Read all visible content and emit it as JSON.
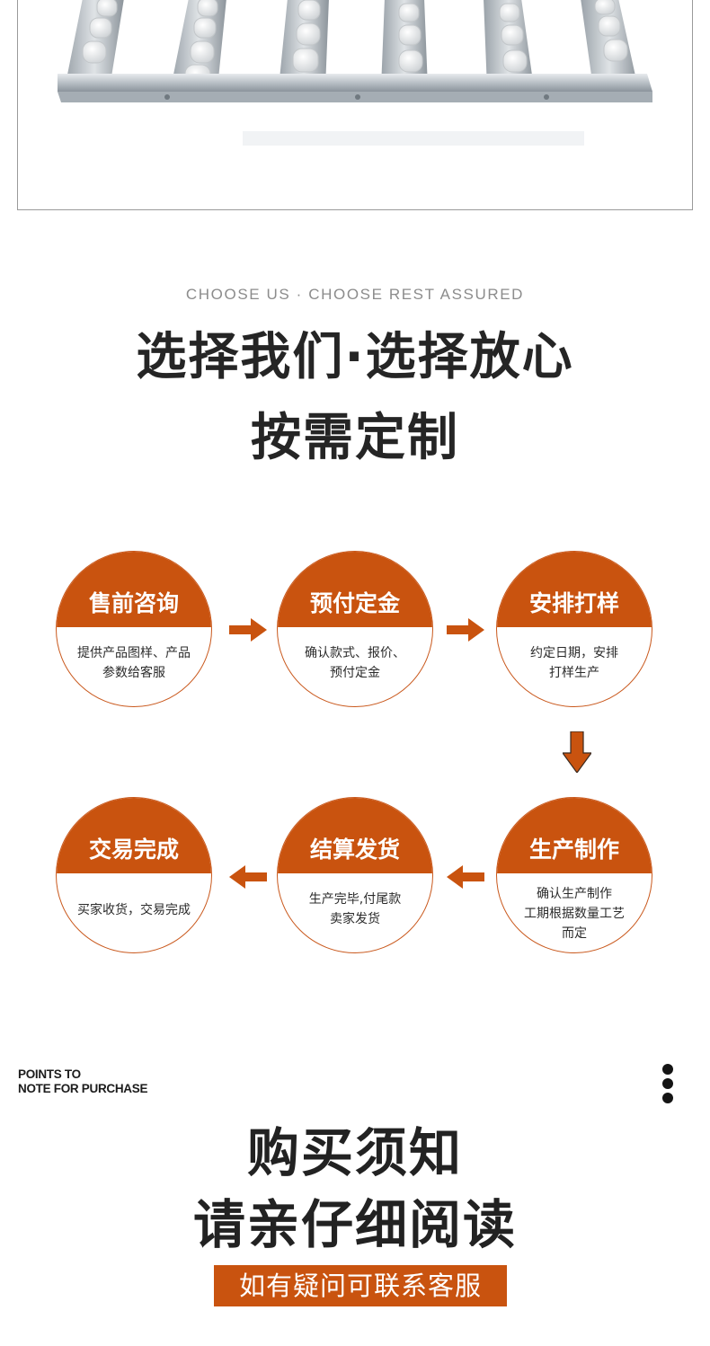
{
  "hero": {
    "image_alt": "aluminum roller track product photo"
  },
  "section_choose": {
    "eyebrow": "CHOOSE US · CHOOSE REST ASSURED",
    "title_line1": "选择我们·选择放心",
    "title_line2": "按需定制"
  },
  "process": {
    "accent_color": "#c9530f",
    "steps": [
      {
        "title": "售前咨询",
        "desc": "提供产品图样、产品\n参数给客服"
      },
      {
        "title": "预付定金",
        "desc": "确认款式、报价、\n预付定金"
      },
      {
        "title": "安排打样",
        "desc": "约定日期，安排\n打样生产"
      },
      {
        "title": "生产制作",
        "desc": "确认生产制作\n工期根据数量工艺\n而定"
      },
      {
        "title": "结算发货",
        "desc": "生产完毕,付尾款\n卖家发货"
      },
      {
        "title": "交易完成",
        "desc": "买家收货，交易完成"
      }
    ]
  },
  "section_notes": {
    "label": "POINTS TO\nNOTE FOR PURCHASE",
    "title_line1": "购买须知",
    "title_line2": "请亲仔细阅读",
    "contact": "如有疑问可联系客服"
  }
}
